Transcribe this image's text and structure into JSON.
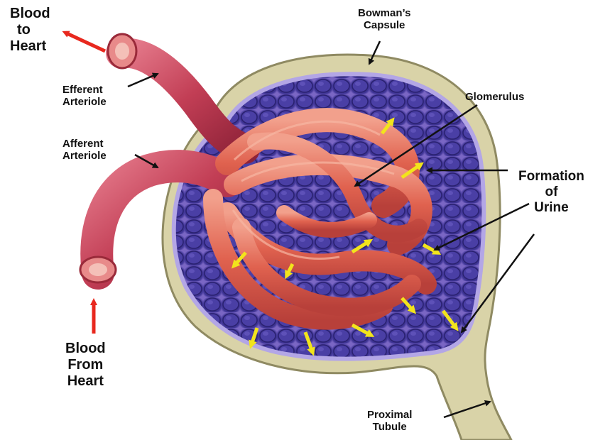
{
  "labels": {
    "blood_to_heart": [
      "Blood",
      "to",
      "Heart"
    ],
    "blood_from_heart": [
      "Blood",
      "From",
      "Heart"
    ],
    "efferent_arteriole": [
      "Efferent",
      "Arteriole"
    ],
    "afferent_arteriole": [
      "Afferent",
      "Arteriole"
    ],
    "bowmans_capsule": [
      "Bowman’s",
      "Capsule"
    ],
    "glomerulus": [
      "Glomerulus"
    ],
    "formation_of_urine": [
      "Formation",
      "of",
      "Urine"
    ],
    "proximal_tubule": [
      "Proximal",
      "Tubule"
    ]
  },
  "colors": {
    "blood_flow_arrow": "#e8281e",
    "filtration_arrow": "#f2e41c",
    "vessel": "#c8475a",
    "capillary": "#e06a55",
    "capsule_wall": "#d9d3a8",
    "capsule_space": "#3a2f8c",
    "pointer": "#111111"
  },
  "icons": {
    "blood_flow": "red-arrow-icon",
    "filtration": "yellow-arrow-icon"
  }
}
